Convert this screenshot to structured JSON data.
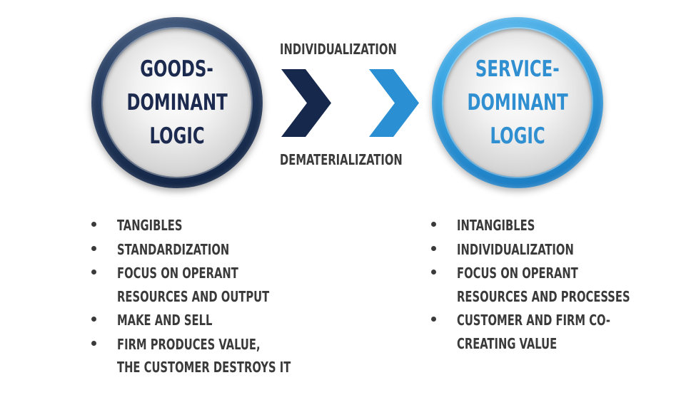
{
  "left_circle": {
    "lines": [
      "GOODS-",
      "DOMINANT",
      "LOGIC"
    ],
    "ring_color": "#1b2a4e",
    "text_color": "#1b2a4e"
  },
  "right_circle": {
    "lines": [
      "SERVICE-",
      "DOMINANT",
      "LOGIC"
    ],
    "ring_color": "#2f8fd0",
    "text_color": "#2f8fd0"
  },
  "transition": {
    "top_label": "INDIVIDUALIZATION",
    "bottom_label": "DEMATERIALIZATION",
    "chevron_left_color": "#17284d",
    "chevron_right_color": "#2b8fd3"
  },
  "left_list": [
    [
      "TANGIBLES"
    ],
    [
      "STANDARDIZATION"
    ],
    [
      "FOCUS ON OPERANT",
      "RESOURCES AND OUTPUT"
    ],
    [
      "MAKE AND SELL"
    ],
    [
      "FIRM PRODUCES VALUE,",
      "THE CUSTOMER DESTROYS IT"
    ]
  ],
  "right_list": [
    [
      "INTANGIBLES"
    ],
    [
      "INDIVIDUALIZATION"
    ],
    [
      "FOCUS ON OPERANT",
      "RESOURCES AND PROCESSES"
    ],
    [
      "CUSTOMER AND FIRM CO-",
      "CREATING VALUE"
    ]
  ]
}
